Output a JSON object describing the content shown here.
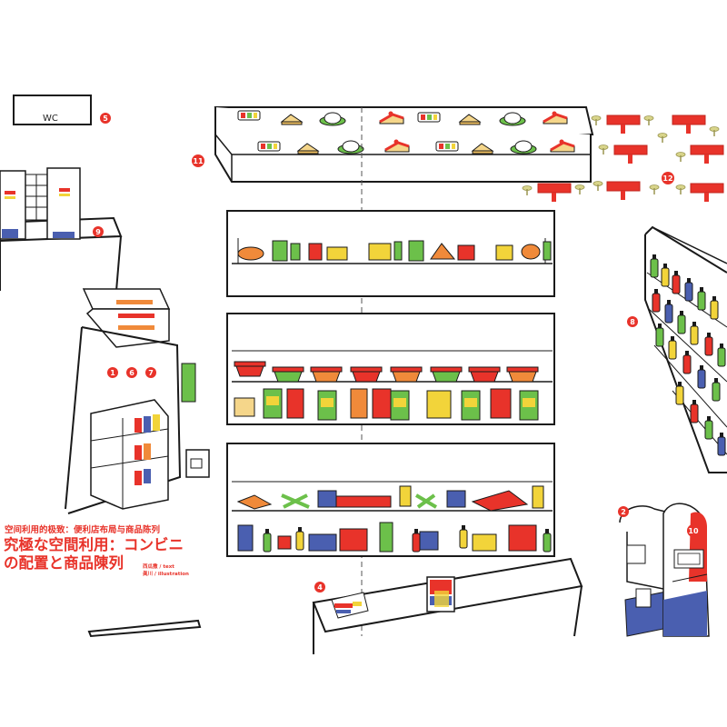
{
  "wc_label": "WC",
  "subtitle": "空间利用的极致：便利店布局与商品陈列",
  "title_line1": "究極な空間利用：コンビニ",
  "title_line2": "の配置と商品陳列",
  "credits": {
    "text": "西瓜撒 / text",
    "illustration": "眞川 / illustration"
  },
  "markers": [
    "5",
    "9",
    "11",
    "12",
    "8",
    "1",
    "6",
    "7",
    "2",
    "10",
    "4"
  ],
  "colors": {
    "marker_red": "#e8332a",
    "outline": "#1a1a1a",
    "green": "#6cc04a",
    "blue": "#4a5fb0",
    "yellow": "#f2d43a",
    "orange": "#f08a3a"
  }
}
